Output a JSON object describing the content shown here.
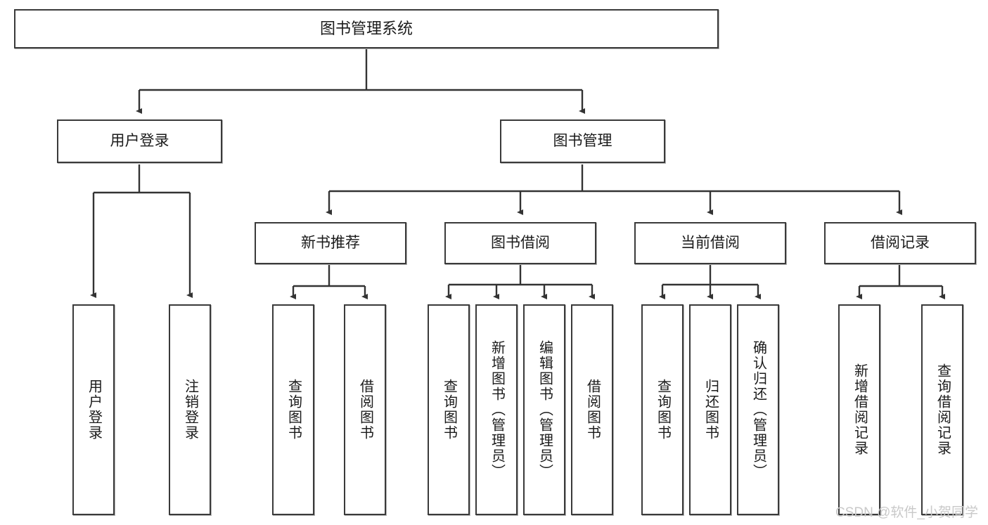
{
  "diagram": {
    "type": "tree",
    "title": "图书管理系统",
    "watermark": "CSDN @软件_小贺同学",
    "colors": {
      "background": "#ffffff",
      "box_border": "#3a3a3a",
      "box_fill": "#ffffff",
      "text": "#1b1b1b",
      "connector": "#333333",
      "watermark": "#c9c9c9"
    },
    "levels": {
      "root": {
        "label": "图书管理系统"
      },
      "level1": [
        {
          "label": "用户登录"
        },
        {
          "label": "图书管理"
        }
      ],
      "level2": [
        {
          "label": "新书推荐"
        },
        {
          "label": "图书借阅"
        },
        {
          "label": "当前借阅"
        },
        {
          "label": "借阅记录"
        }
      ],
      "leaves": {
        "user_login": [
          {
            "label": "用户登录"
          },
          {
            "label": "注销登录"
          }
        ],
        "new_book_recommend": [
          {
            "label": "查询图书"
          },
          {
            "label": "借阅图书"
          }
        ],
        "book_borrow": [
          {
            "label": "查询图书"
          },
          {
            "label": "新增图书（管理员）"
          },
          {
            "label": "编辑图书（管理员）"
          },
          {
            "label": "借阅图书"
          }
        ],
        "current_borrow": [
          {
            "label": "查询图书"
          },
          {
            "label": "归还图书"
          },
          {
            "label": "确认归还（管理员）"
          }
        ],
        "borrow_record": [
          {
            "label": "新增借阅记录"
          },
          {
            "label": "查询借阅记录"
          }
        ]
      }
    }
  }
}
